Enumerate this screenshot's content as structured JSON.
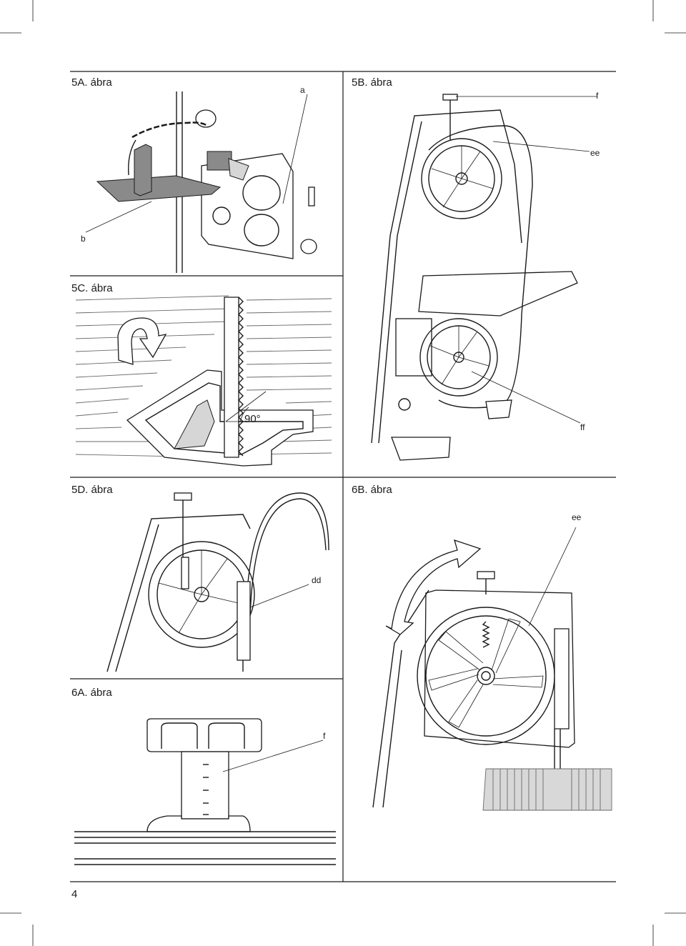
{
  "figures": {
    "fig5a": {
      "title": "5A. ábra",
      "callouts": [
        "a",
        "b"
      ]
    },
    "fig5b": {
      "title": "5B. ábra",
      "callouts": [
        "f",
        "ee",
        "ff"
      ]
    },
    "fig5c": {
      "title": "5C. ábra",
      "angle_label": "90°"
    },
    "fig5d": {
      "title": "5D. ábra",
      "callouts": [
        "dd"
      ]
    },
    "fig6a": {
      "title": "6A. ábra",
      "callouts": [
        "f"
      ]
    },
    "fig6b": {
      "title": "6B. ábra",
      "callouts": [
        "ee"
      ]
    }
  },
  "page_number": "4"
}
